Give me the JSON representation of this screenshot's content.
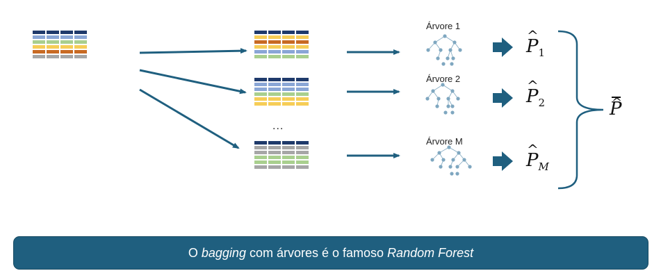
{
  "colors": {
    "arrow": "#1f5f7f",
    "tree_node": "#7fa7c0",
    "banner_bg": "#1f5f7f",
    "row_navy": "#1f3a6b",
    "row_blue": "#8aa6d6",
    "row_green": "#a9cf8e",
    "row_yellow": "#f6cd57",
    "row_orange": "#c86a23",
    "row_gray": "#a6a6a6"
  },
  "tables": {
    "original": [
      "row_navy",
      "row_blue",
      "row_green",
      "row_yellow",
      "row_orange",
      "row_gray"
    ],
    "sample_1": [
      "row_navy",
      "row_yellow",
      "row_orange",
      "row_yellow",
      "row_blue",
      "row_green"
    ],
    "sample_2": [
      "row_navy",
      "row_blue",
      "row_blue",
      "row_green",
      "row_yellow",
      "row_yellow"
    ],
    "sample_M": [
      "row_navy",
      "row_gray",
      "row_gray",
      "row_green",
      "row_green",
      "row_gray"
    ]
  },
  "ellipsis": "...",
  "trees": [
    {
      "label": "Árvore 1",
      "estimate_base": "P",
      "estimate_hat": "^",
      "estimate_subscript": "1"
    },
    {
      "label": "Árvore 2",
      "estimate_base": "P",
      "estimate_hat": "^",
      "estimate_subscript": "2"
    },
    {
      "label": "Árvore M",
      "estimate_base": "P",
      "estimate_hat": "^",
      "estimate_subscript": "M"
    }
  ],
  "aggregate": {
    "base": "P",
    "hat": "^",
    "bar": "‾"
  },
  "banner": {
    "part1": "O ",
    "part2": "bagging",
    "part3": " com árvores é o famoso ",
    "part4": "Random Forest"
  }
}
